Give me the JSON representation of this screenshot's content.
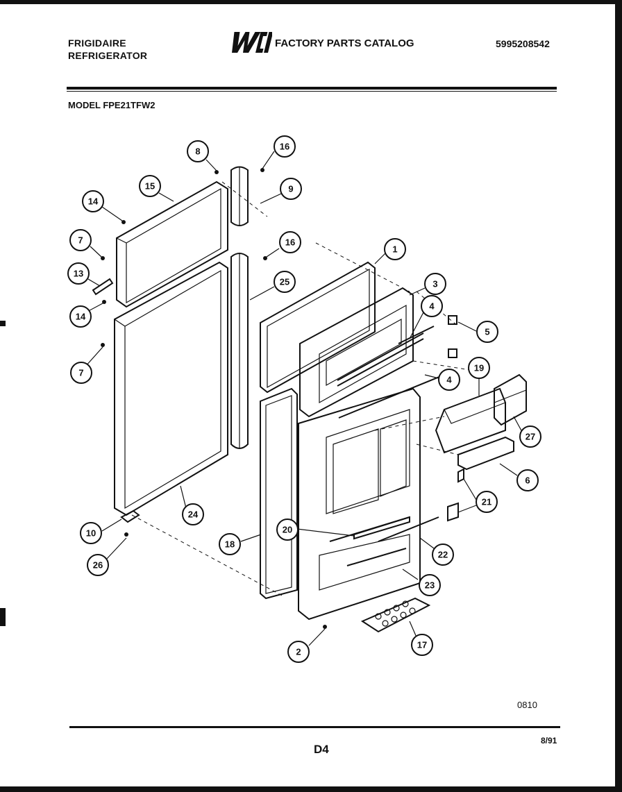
{
  "header": {
    "brand_line1": "FRIGIDAIRE",
    "brand_line2": "REFRIGERATOR",
    "logo_text": "WCI",
    "catalog_title": "FACTORY PARTS CATALOG",
    "catalog_number": "5995208542",
    "model_label": "MODEL FPE21TFW2"
  },
  "callouts": [
    {
      "id": "c8",
      "label": "8"
    },
    {
      "id": "c16a",
      "label": "16"
    },
    {
      "id": "c9",
      "label": "9"
    },
    {
      "id": "c15",
      "label": "15"
    },
    {
      "id": "c14a",
      "label": "14"
    },
    {
      "id": "c7a",
      "label": "7"
    },
    {
      "id": "c16b",
      "label": "16"
    },
    {
      "id": "c1",
      "label": "1"
    },
    {
      "id": "c13",
      "label": "13"
    },
    {
      "id": "c25",
      "label": "25"
    },
    {
      "id": "c3",
      "label": "3"
    },
    {
      "id": "c14b",
      "label": "14"
    },
    {
      "id": "c4a",
      "label": "4"
    },
    {
      "id": "c5",
      "label": "5"
    },
    {
      "id": "c7b",
      "label": "7"
    },
    {
      "id": "c19",
      "label": "19"
    },
    {
      "id": "c4b",
      "label": "4"
    },
    {
      "id": "c27",
      "label": "27"
    },
    {
      "id": "c6",
      "label": "6"
    },
    {
      "id": "c21",
      "label": "21"
    },
    {
      "id": "c24",
      "label": "24"
    },
    {
      "id": "c10",
      "label": "10"
    },
    {
      "id": "c20",
      "label": "20"
    },
    {
      "id": "c18",
      "label": "18"
    },
    {
      "id": "c22",
      "label": "22"
    },
    {
      "id": "c26",
      "label": "26"
    },
    {
      "id": "c23",
      "label": "23"
    },
    {
      "id": "c17",
      "label": "17"
    },
    {
      "id": "c2",
      "label": "2"
    }
  ],
  "footer": {
    "figure_code": "0810",
    "page_code": "D4",
    "date": "8/91"
  }
}
